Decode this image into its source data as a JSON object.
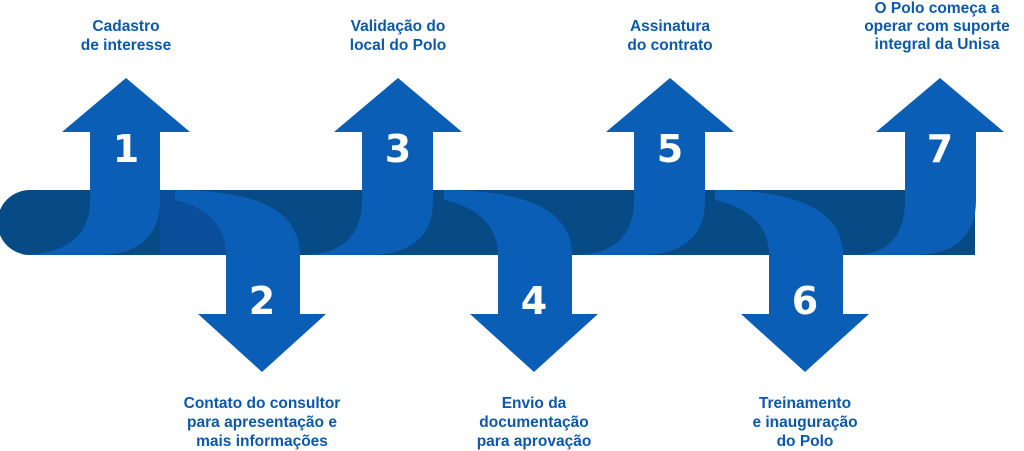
{
  "colors": {
    "band": "#064a86",
    "arrow_primary": "#0a5eb6",
    "arrow_shadow": "#0a4e9c",
    "label_text": "#0a59ad"
  },
  "steps": [
    {
      "number": "1",
      "direction": "up",
      "lines": [
        "Cadastro",
        "de interesse"
      ]
    },
    {
      "number": "2",
      "direction": "down",
      "lines": [
        "Contato do consultor",
        "para apresentação e",
        "mais informações"
      ]
    },
    {
      "number": "3",
      "direction": "up",
      "lines": [
        "Validação do",
        "local do Polo"
      ]
    },
    {
      "number": "4",
      "direction": "down",
      "lines": [
        "Envio da",
        "documentação",
        "para aprovação"
      ]
    },
    {
      "number": "5",
      "direction": "up",
      "lines": [
        "Assinatura",
        "do contrato"
      ]
    },
    {
      "number": "6",
      "direction": "down",
      "lines": [
        "Treinamento",
        "e inauguração",
        "do Polo"
      ]
    },
    {
      "number": "7",
      "direction": "up",
      "lines": [
        "O Polo começa a",
        "operar com suporte",
        "integral da Unisa"
      ]
    }
  ]
}
